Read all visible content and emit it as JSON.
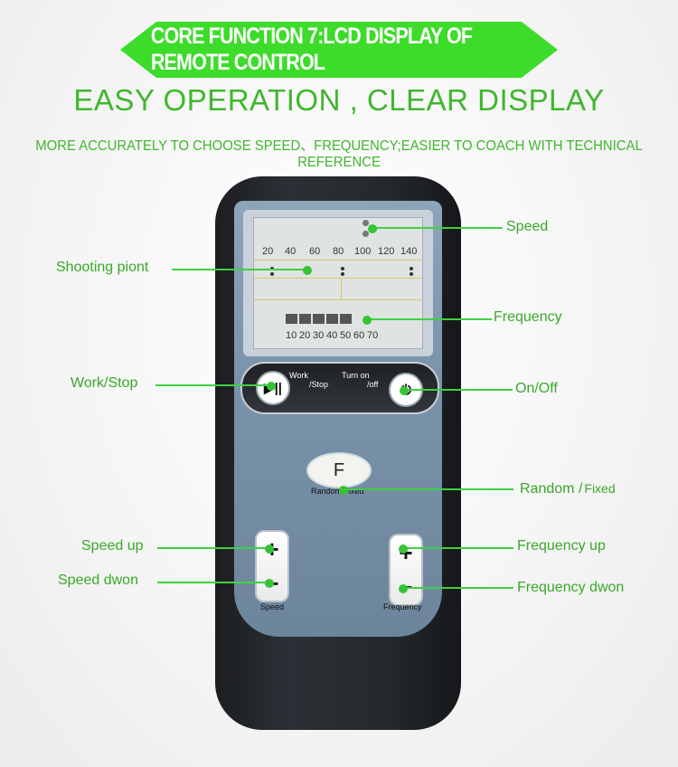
{
  "banner": {
    "text": "CORE FUNCTION 7:LCD DISPLAY OF REMOTE CONTROL",
    "color": "#3ddc2a"
  },
  "headline": "EASY OPERATION , CLEAR DISPLAY",
  "subline": "MORE ACCURATELY TO CHOOSE SPEED、FREQUENCY;EASIER TO COACH WITH TECHNICAL REFERENCE",
  "callouts": {
    "speed": "Speed",
    "shooting_point": "Shooting piont",
    "frequency": "Frequency",
    "work_stop": "Work/Stop",
    "on_off": "On/Off",
    "random": "Random",
    "fixed": "Fixed",
    "random_slash": "/",
    "speed_up": "Speed up",
    "speed_down": "Speed dwon",
    "frequency_up": "Frequency up",
    "frequency_down": "Frequency dwon"
  },
  "lcd": {
    "speed_scale": [
      "20",
      "40",
      "60",
      "80",
      "100",
      "120",
      "140"
    ],
    "frequency_scale": [
      "10",
      "20",
      "30",
      "40",
      "50",
      "60",
      "70"
    ]
  },
  "remote": {
    "work_label": "Work",
    "stop_label": "/Stop",
    "turn_on_label": "Turn on",
    "off_label": "/off",
    "play_pause_glyph": "▶||",
    "power_glyph": "⏻",
    "f_key": "F",
    "random_fixed_label": "Random/Fixed",
    "plus_glyph": "+",
    "minus_glyph": "−",
    "speed_label": "Speed",
    "frequency_label": "Frequency"
  }
}
